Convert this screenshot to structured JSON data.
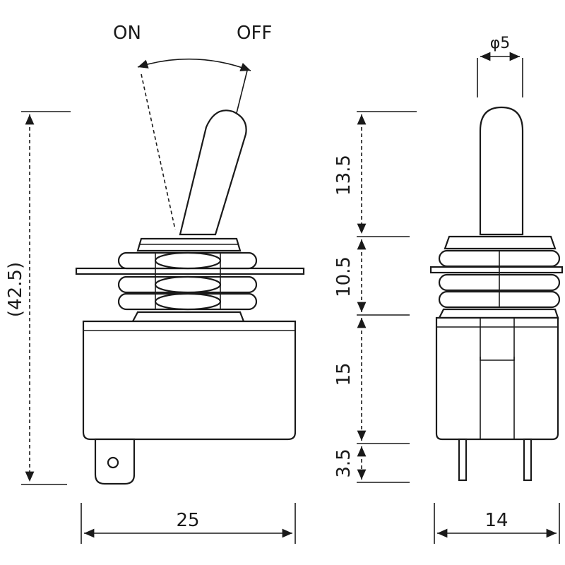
{
  "labels": {
    "on": "ON",
    "off": "OFF",
    "diameter": "φ5",
    "overall_height": "(42.5)",
    "front_width": "25",
    "side_width": "14",
    "seg_lever": "13.5",
    "seg_bushing": "10.5",
    "seg_body": "15",
    "seg_terminal": "3.5"
  },
  "colors": {
    "line": "#1a1a1a",
    "background": "#ffffff"
  }
}
